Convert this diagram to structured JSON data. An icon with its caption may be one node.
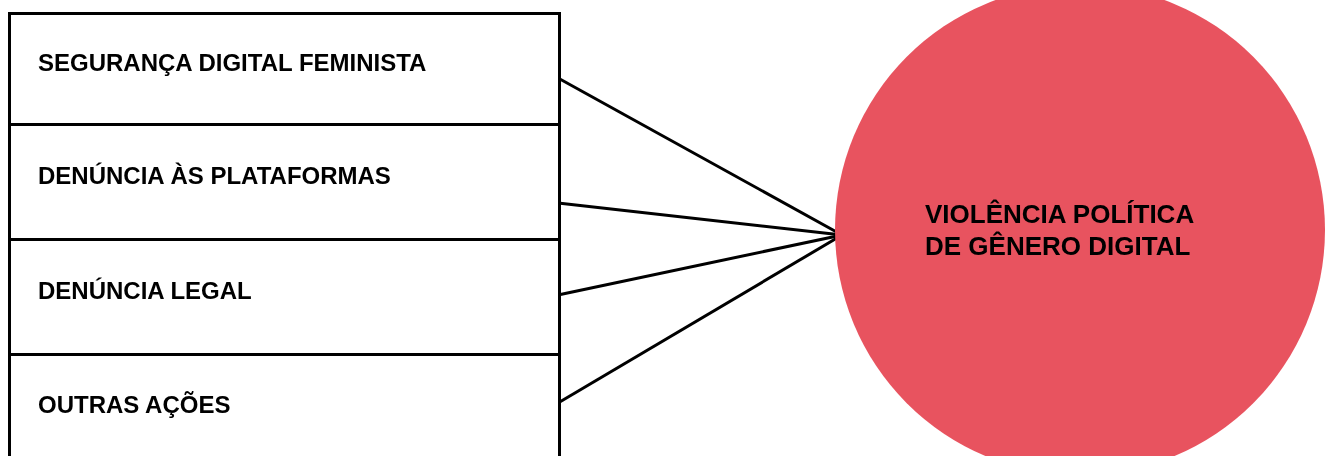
{
  "diagram": {
    "nodes": [
      {
        "text": [
          "SEGURANÇA DIGITAL FEMINISTA"
        ]
      },
      {
        "text": [
          "DENÚNCIA ÀS PLATAFORMAS"
        ]
      },
      {
        "text": [
          "DENÚNCIA LEGAL"
        ]
      },
      {
        "text": [
          "OUTRAS AÇÕES"
        ]
      },
      {
        "text": [
          "VIOLÊNCIA POLÍTICA DE GÊNERO DIGITAL"
        ]
      }
    ],
    "edges": [
      {
        "from": 0,
        "to": 4,
        "arrow": "none"
      },
      {
        "from": 1,
        "to": 4,
        "arrow": "none"
      },
      {
        "from": 2,
        "to": 4,
        "arrow": "none"
      },
      {
        "from": 3,
        "to": 4,
        "arrow": "none"
      }
    ]
  }
}
